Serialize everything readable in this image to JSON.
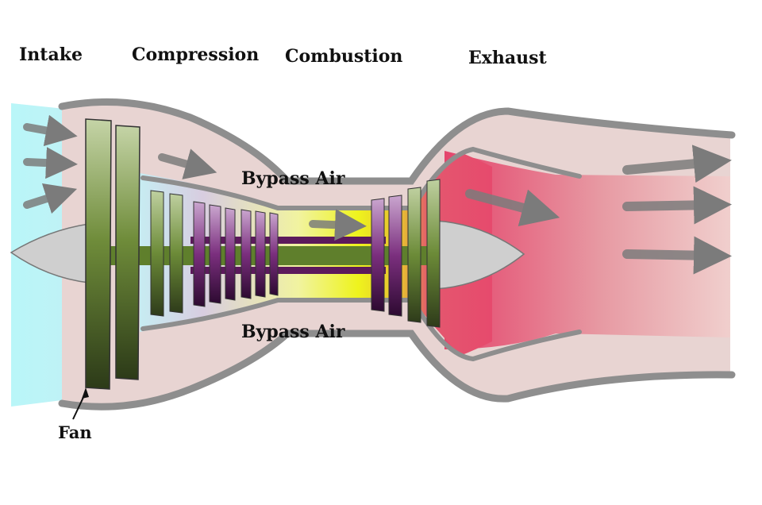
{
  "stages": {
    "intake": "Intake",
    "compression": "Compression",
    "combustion": "Combustion",
    "exhaust": "Exhaust"
  },
  "bypass": {
    "top": "Bypass Air",
    "bottom": "Bypass Air"
  },
  "fan_label": "Fan",
  "colors": {
    "intake_air": "#b9f3f6",
    "nacelle_fill": "#e8d4d2",
    "nacelle_stroke": "#8e8e8e",
    "fan_blade_light": "#c5d4a7",
    "fan_blade_dark": "#2e3b1a",
    "compressor_purple": "#5c1a5c",
    "combustion_yellow": "#f2f21c",
    "exhaust_red": "#e8446c",
    "shaft_green": "#5f7f2c",
    "arrow_gray": "#7a7a7a"
  }
}
